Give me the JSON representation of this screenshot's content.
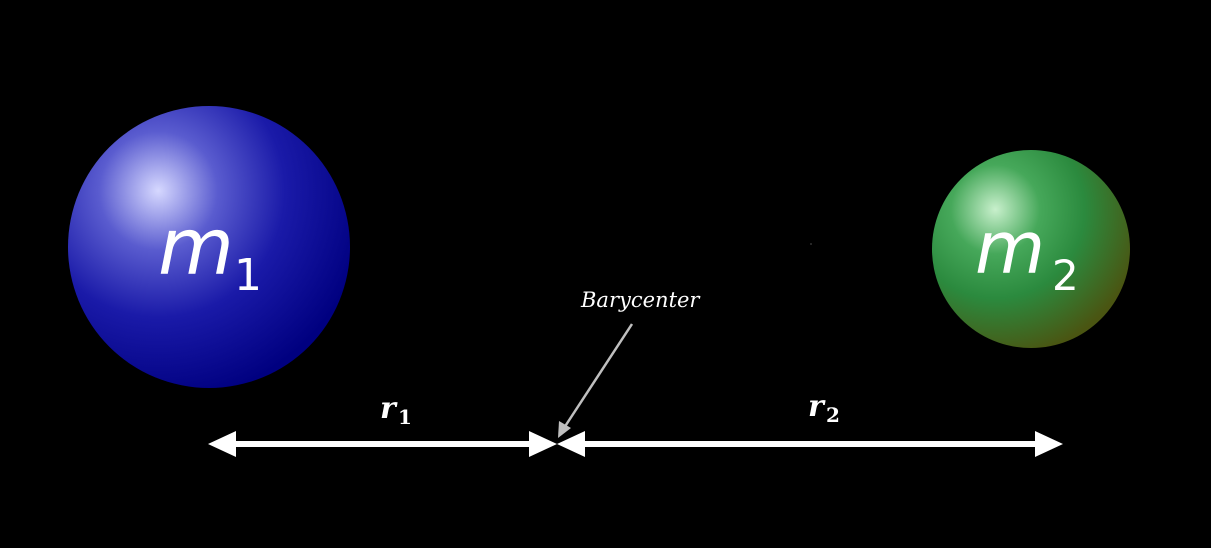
{
  "colors": {
    "background": "#000000",
    "mass1_highlight": "#d6d8ff",
    "mass1_mid": "#2a2ab5",
    "mass1_dark": "#000080",
    "mass2_highlight": "#c8f0cc",
    "mass2_mid": "#2b8a3e",
    "mass2_dark": "#4a5512",
    "arrow": "#ffffff",
    "pointer": "#bfbfbf",
    "text": "#ffffff"
  },
  "mass1": {
    "symbol": "m",
    "subscript": "1"
  },
  "mass2": {
    "symbol": "m",
    "subscript": "2"
  },
  "distance1": {
    "symbol": "r",
    "subscript": "1"
  },
  "distance2": {
    "symbol": "r",
    "subscript": "2"
  },
  "barycenter": {
    "label": "Barycenter"
  }
}
